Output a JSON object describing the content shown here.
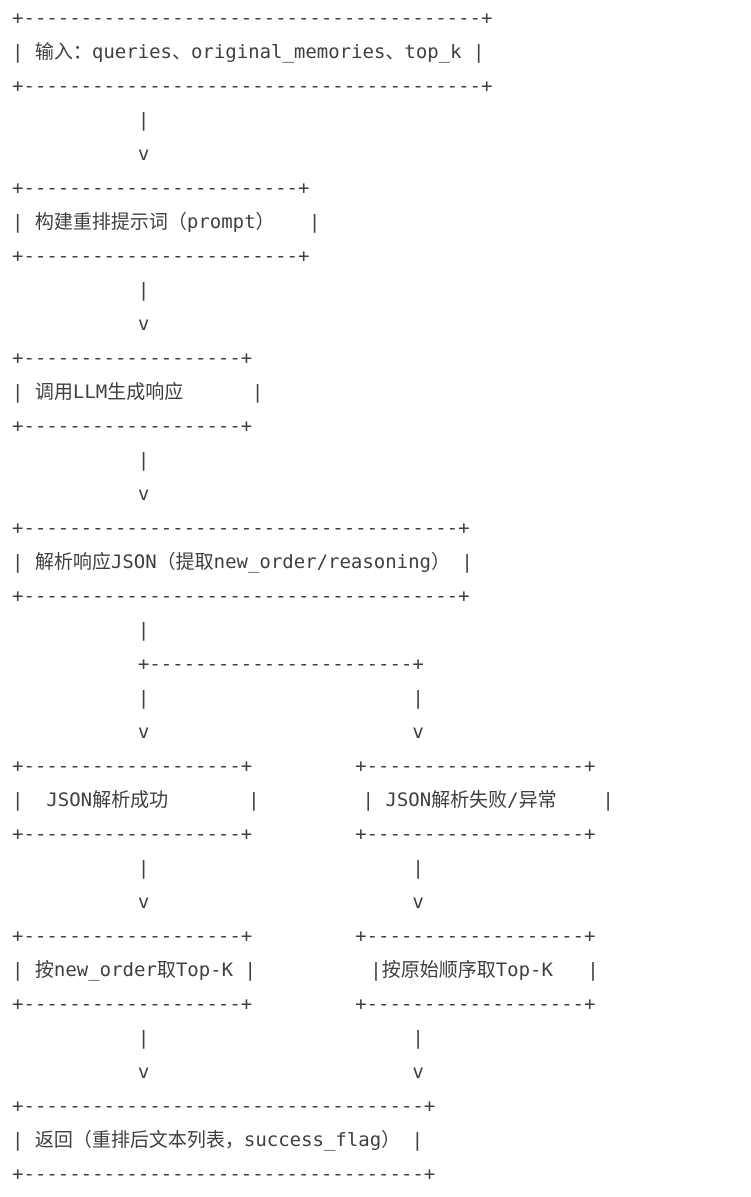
{
  "flowchart": {
    "lines": [
      "+----------------------------------------+",
      "| 输入：queries、original_memories、top_k |",
      "+----------------------------------------+",
      "           |",
      "           v",
      "+------------------------+",
      "| 构建重排提示词（prompt）   |",
      "+------------------------+",
      "           |",
      "           v",
      "+-------------------+",
      "| 调用LLM生成响应      |",
      "+-------------------+",
      "           |",
      "           v",
      "+--------------------------------------+",
      "| 解析响应JSON（提取new_order/reasoning） |",
      "+--------------------------------------+",
      "           |",
      "           +-----------------------+",
      "           |                       |",
      "           v                       v",
      "+-------------------+         +-------------------+",
      "|  JSON解析成功       |         | JSON解析失败/异常    |",
      "+-------------------+         +-------------------+",
      "           |                       |",
      "           v                       v",
      "+-------------------+         +-------------------+",
      "| 按new_order取Top-K |          |按原始顺序取Top-K   |",
      "+-------------------+         +-------------------+",
      "           |                       |",
      "           v                       v",
      "+-----------------------------------+",
      "| 返回（重排后文本列表，success_flag） |",
      "+-----------------------------------+"
    ]
  }
}
